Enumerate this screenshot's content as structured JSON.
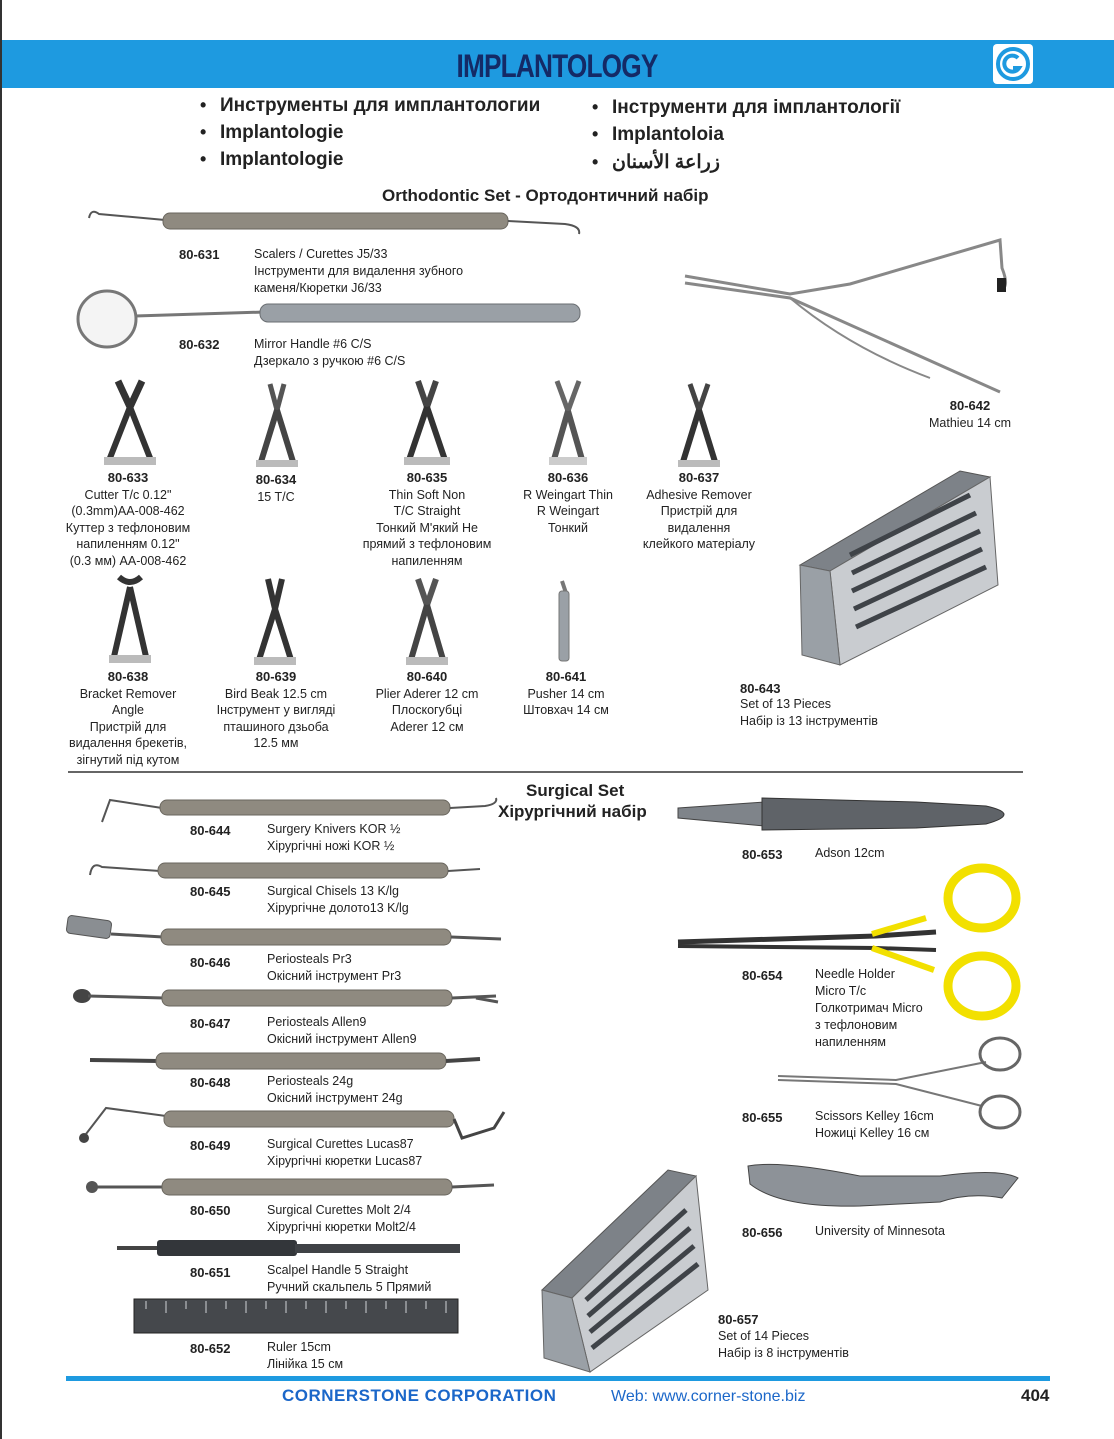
{
  "header": {
    "title": "IMPLANTOLOGY",
    "logo_icon": "cornerstone-logo-icon",
    "bar_color": "#1e9ae0",
    "title_color": "#142a66"
  },
  "languages": {
    "left": [
      "Инструменты для имплантологии",
      "Implantologie",
      "Implantologie"
    ],
    "right": [
      "Інструменти для імплантології",
      "Implantoloia",
      "زراعة الأسنان"
    ]
  },
  "orthodontic": {
    "title": "Orthodontic Set - Ортодонтичний набір",
    "items": [
      {
        "code": "80-631",
        "lines": [
          "Scalers / Curettes  J5/33",
          "Інструменти для видалення зубного",
          "каменя/Кюретки J6/33"
        ]
      },
      {
        "code": "80-632",
        "lines": [
          "Mirror Handle #6 C/S",
          "Дзеркало з ручкою  #6 C/S"
        ]
      },
      {
        "code": "80-633",
        "lines": [
          "Cutter T/c 0.12\"",
          "(0.3mm)AA-008-462",
          "Куттер з тефлоновим",
          "напиленням 0.12\"",
          "(0.3 мм) AA-008-462"
        ]
      },
      {
        "code": "80-634",
        "lines": [
          "15 T/C"
        ]
      },
      {
        "code": "80-635",
        "lines": [
          "Thin Soft Non",
          "T/C Straight",
          "Тонкий М'який  Не",
          "прямий з тефлоновим",
          "напиленням"
        ]
      },
      {
        "code": "80-636",
        "lines": [
          "R Weingart Thin",
          "R Weingart",
          "Тонкий"
        ]
      },
      {
        "code": "80-637",
        "lines": [
          "Adhesive Remover",
          "Пристрій для",
          "видалення",
          "клейкого матеріалу"
        ]
      },
      {
        "code": "80-638",
        "lines": [
          "Bracket Remover",
          "Angle",
          "Пристрій для",
          "видалення брекетів,",
          "зігнутий під кутом"
        ]
      },
      {
        "code": "80-639",
        "lines": [
          "Bird Beak 12.5 cm",
          "Інструмент у вигляді",
          "пташиного дзьоба",
          "12.5 мм"
        ]
      },
      {
        "code": "80-640",
        "lines": [
          "Plier Aderer 12 cm",
          "Плоскогубці",
          "Aderer 12 см"
        ]
      },
      {
        "code": "80-641",
        "lines": [
          "Pusher 14 cm",
          "Штовхач 14 см"
        ]
      },
      {
        "code": "80-642",
        "lines": [
          "Mathieu 14 cm"
        ]
      },
      {
        "code": "80-643",
        "lines": [
          "Set of 13 Pieces",
          "Набір із 13 інструментів"
        ]
      }
    ]
  },
  "surgical": {
    "title_en": "Surgical Set",
    "title_ua": "Хірургічний набір",
    "items": [
      {
        "code": "80-644",
        "lines": [
          "Surgery Knivers KOR ½",
          "Хірургічні ножі KOR ½"
        ]
      },
      {
        "code": "80-645",
        "lines": [
          "Surgical Chisels 13 K/lg",
          "Хірургічне долото13 K/lg"
        ]
      },
      {
        "code": "80-646",
        "lines": [
          "Periosteals Pr3",
          "Окісний інструмент  Pr3"
        ]
      },
      {
        "code": "80-647",
        "lines": [
          "Periosteals Allen9",
          "Окісний інструмент  Allen9"
        ]
      },
      {
        "code": "80-648",
        "lines": [
          "Periosteals 24g",
          "Окісний інструмент  24g"
        ]
      },
      {
        "code": "80-649",
        "lines": [
          "Surgical Curettes Lucas87",
          "Хірургічні кюретки Lucas87"
        ]
      },
      {
        "code": "80-650",
        "lines": [
          "Surgical Curettes Molt 2/4",
          "Хірургічні кюретки Molt2/4"
        ]
      },
      {
        "code": "80-651",
        "lines": [
          "Scalpel Handle 5 Straight",
          "Ручний скальпель 5 Прямий"
        ]
      },
      {
        "code": "80-652",
        "lines": [
          "Ruler 15cm",
          "Лінійка  15 см"
        ]
      },
      {
        "code": "80-653",
        "lines": [
          "Adson 12cm"
        ]
      },
      {
        "code": "80-654",
        "lines": [
          "Needle Holder",
          "Micro T/c",
          "Голкотримач Micro",
          "з тефлоновим",
          "напиленням"
        ]
      },
      {
        "code": "80-655",
        "lines": [
          "Scissors Kelley 16cm",
          "Ножиці  Kelley 16 см"
        ]
      },
      {
        "code": "80-656",
        "lines": [
          "University of Minnesota"
        ]
      },
      {
        "code": "80-657",
        "lines": [
          "Set of 14 Pieces",
          "Набір із 8 інструментів"
        ]
      }
    ]
  },
  "footer": {
    "company": "CORNERSTONE CORPORATION",
    "web": "Web: www.corner-stone.biz",
    "page": "404",
    "accent_color": "#1b67c9"
  },
  "colors": {
    "instrument_handle": "#8f8a80",
    "steel": "#9aa0a6",
    "needle_holder_rings": "#f2e000"
  }
}
